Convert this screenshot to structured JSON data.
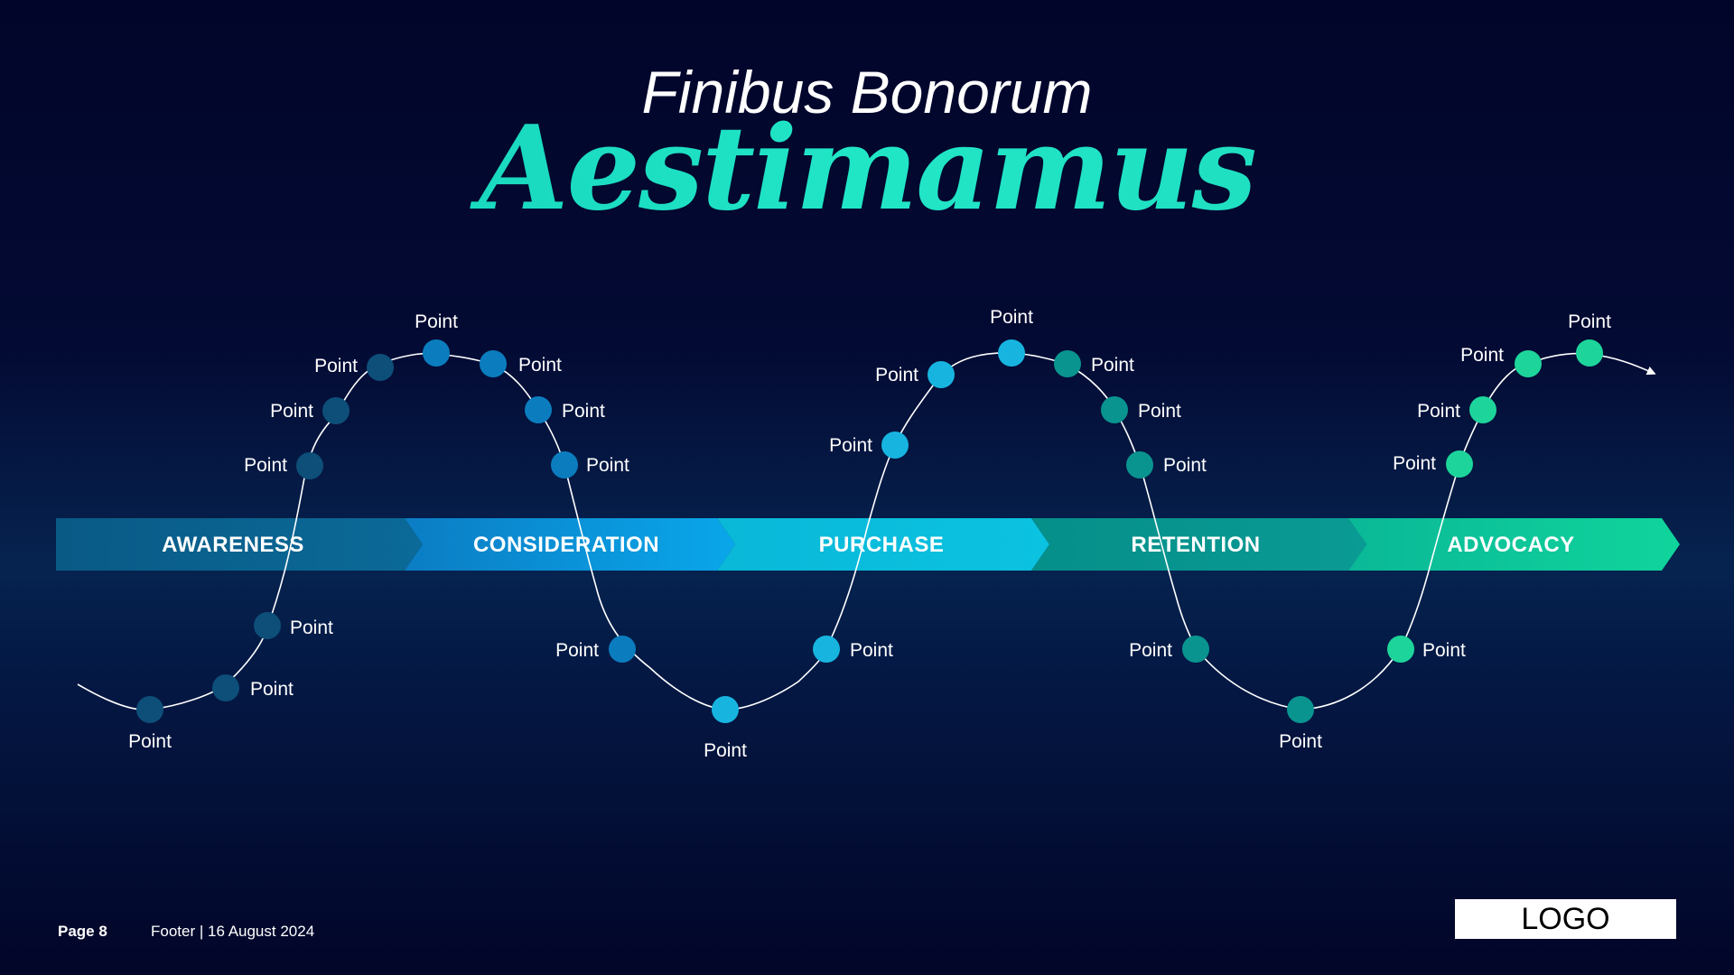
{
  "title": "Finibus Bonorum",
  "subtitle": "Aestimamus",
  "stages": [
    {
      "label": "AWARENESS",
      "color_start": "#0a5a86",
      "color_end": "#0b6a98"
    },
    {
      "label": "CONSIDERATION",
      "color_start": "#0b7dc4",
      "color_end": "#0aa6ea"
    },
    {
      "label": "PURCHASE",
      "color_start": "#0ab8d8",
      "color_end": "#0bc2e0"
    },
    {
      "label": "RETENTION",
      "color_start": "#068f8a",
      "color_end": "#0a9b94"
    },
    {
      "label": "ADVOCACY",
      "color_start": "#0ab897",
      "color_end": "#10d49c"
    }
  ],
  "point_label": "Point",
  "point_colors": {
    "awareness": "#0d4f78",
    "consideration": "#0b7dbf",
    "purchase": "#17b4e0",
    "retention": "#0a9490",
    "advocacy": "#1dd59b"
  },
  "curve_color": "#ffffff",
  "footer": {
    "page": "Page 8",
    "text": "Footer | 16 August 2024"
  },
  "logo": "LOGO"
}
